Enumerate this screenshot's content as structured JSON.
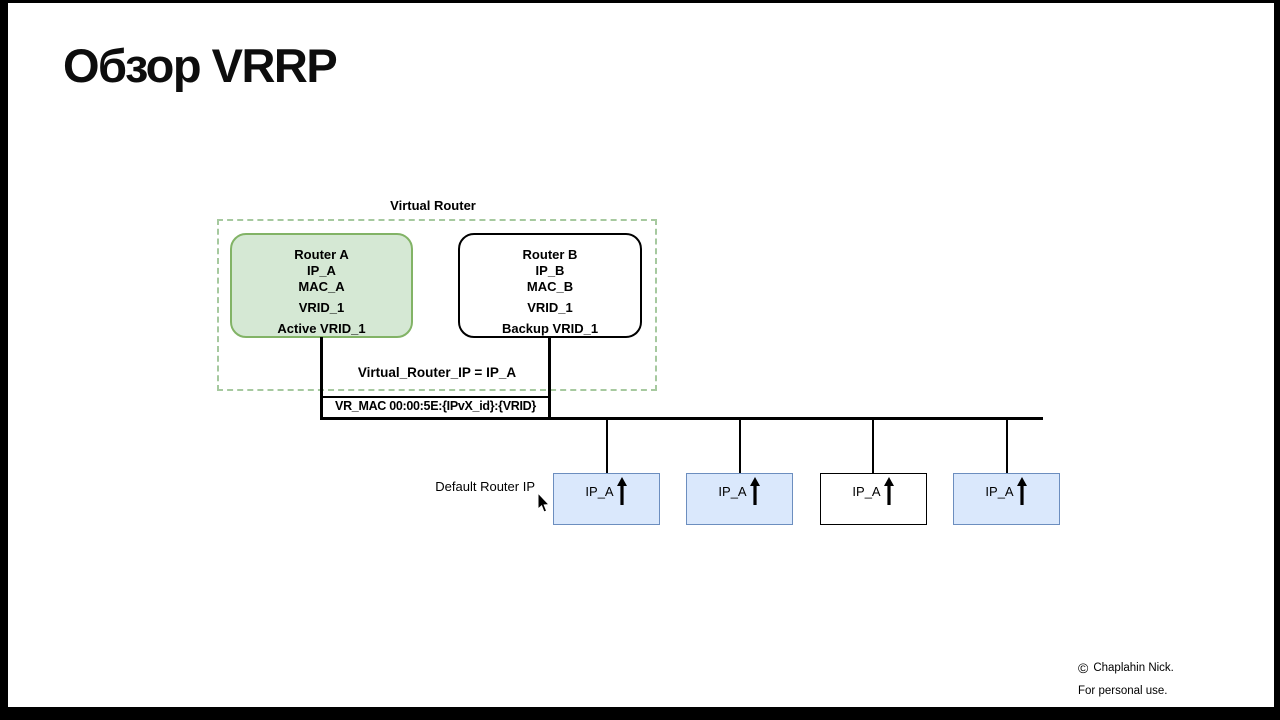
{
  "slide": {
    "title": "Обзор VRRP",
    "credit_symbol": "©",
    "credit_name": "Chaplahin Nick.",
    "credit_note": "For personal use."
  },
  "diagram": {
    "virtual_router_label": "Virtual Router",
    "router_a": {
      "lines": [
        "Router A",
        "IP_A",
        "MAC_A",
        "VRID_1",
        "Active VRID_1"
      ]
    },
    "router_b": {
      "lines": [
        "Router B",
        "IP_B",
        "MAC_B",
        "VRID_1",
        "Backup VRID_1"
      ]
    },
    "virtual_router_ip": "Virtual_Router_IP = IP_A",
    "vr_mac": "VR_MAC 00:00:5E:{IPvX_id}:{VRID}",
    "default_router_ip_label": "Default Router IP",
    "hosts": [
      {
        "label": "IP_A",
        "variant": "blue"
      },
      {
        "label": "IP_A",
        "variant": "blue"
      },
      {
        "label": "IP_A",
        "variant": "white"
      },
      {
        "label": "IP_A",
        "variant": "blue"
      }
    ],
    "colors": {
      "router_a_fill": "#d5e8d4",
      "router_a_border": "#82b366",
      "host_fill": "#dae8fc",
      "host_border": "#6c8ebf",
      "dashed_border": "#a6c99f",
      "line": "#000000"
    }
  }
}
